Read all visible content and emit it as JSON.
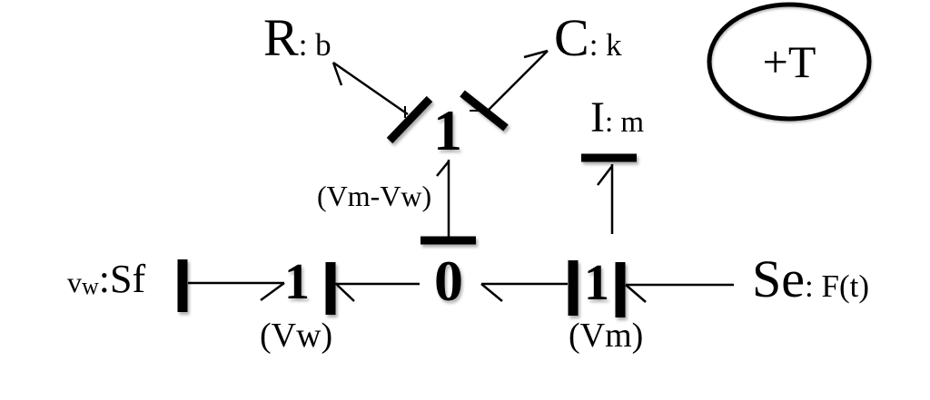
{
  "colors": {
    "ink": "#000000",
    "background": "#ffffff"
  },
  "elements": {
    "resistor": {
      "main": "R",
      "detail": ": b"
    },
    "capacitor": {
      "main": "C",
      "detail": ": k"
    },
    "inertia": {
      "main": "I",
      "detail": ": m"
    },
    "effort_source": {
      "main": "Se",
      "detail": ": F(t)"
    },
    "flow_source": {
      "var": "v",
      "var_sub": "w",
      "name": ":Sf"
    },
    "annotation_ellipse": "+T"
  },
  "junctions": {
    "top_one": "1",
    "left_one": "1",
    "right_one": "1",
    "center_zero": "0"
  },
  "flow_labels": {
    "relative_velocity": "(Vm-Vw)",
    "wall_velocity": "(Vw)",
    "mass_velocity": "(Vm)"
  }
}
